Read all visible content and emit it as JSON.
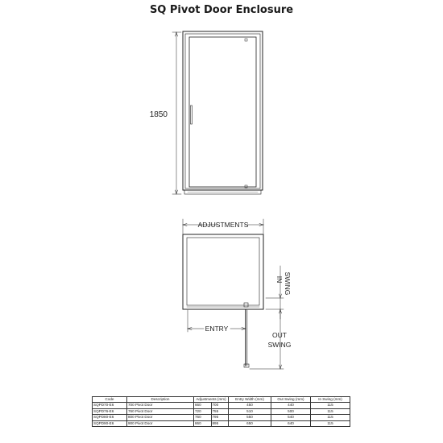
{
  "title": "SQ Pivot Door Enclosure",
  "elevation": {
    "height_label": "1850"
  },
  "plan": {
    "adjustments_label": "ADJUSTMENTS",
    "in_swing_label_1": "IN",
    "in_swing_label_2": "SWING",
    "entry_label": "ENTRY",
    "out_swing_label_1": "OUT",
    "out_swing_label_2": "SWING"
  },
  "table": {
    "headers": [
      "Code",
      "Description",
      "Adjustments (mm)",
      "Entry Width (mm)",
      "Out Swing (mm)",
      "In Swing (mm)"
    ],
    "rows": [
      {
        "code": "SQPD70-E6",
        "description": "700 Pivot Door",
        "adj_min": "660",
        "adj_max": "700",
        "entry": "450",
        "out_swing": "440",
        "in_swing": "115"
      },
      {
        "code": "SQPD76-E6",
        "description": "760 Pivot Door",
        "adj_min": "720",
        "adj_max": "755",
        "entry": "510",
        "out_swing": "500",
        "in_swing": "115"
      },
      {
        "code": "SQPD80-E6",
        "description": "800 Pivot Door",
        "adj_min": "760",
        "adj_max": "795",
        "entry": "550",
        "out_swing": "540",
        "in_swing": "115"
      },
      {
        "code": "SQPD90-E6",
        "description": "900 Pivot Door",
        "adj_min": "860",
        "adj_max": "895",
        "entry": "650",
        "out_swing": "640",
        "in_swing": "115"
      }
    ]
  }
}
